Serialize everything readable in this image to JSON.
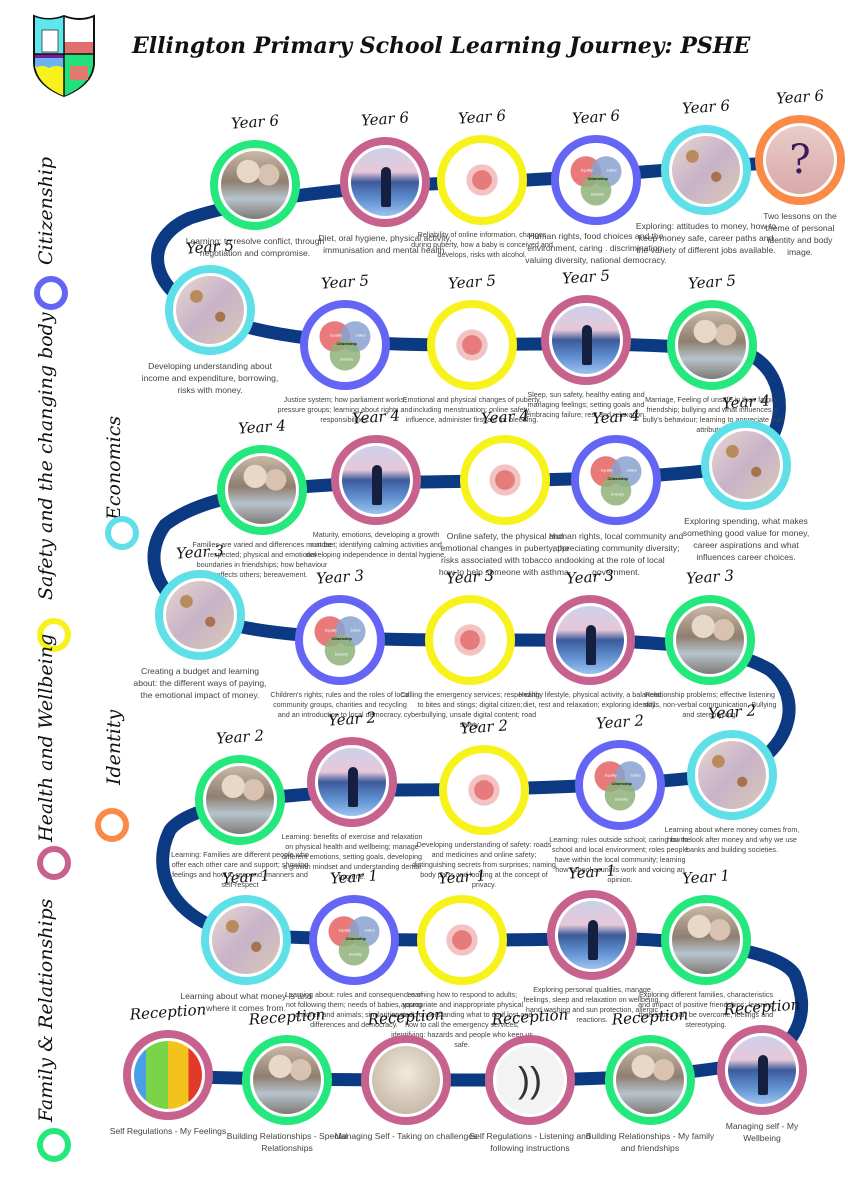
{
  "header": {
    "title": "Ellington Primary School Learning Journey: PSHE",
    "logo": "school-crest"
  },
  "colors": {
    "path": "#0b3a82",
    "citizenship": "#6464f5",
    "economics": "#5fe0e8",
    "safety": "#f8f21c",
    "identity": "#fb8a48",
    "health": "#c7628f",
    "family": "#25e87c"
  },
  "legend": [
    {
      "key": "citizenship",
      "label": "Citizenship"
    },
    {
      "key": "economics",
      "label": "Economics"
    },
    {
      "key": "safety",
      "label": "Safety and the changing body"
    },
    {
      "key": "identity",
      "label": "Identity"
    },
    {
      "key": "health",
      "label": "Health and Wellbeing"
    },
    {
      "key": "family",
      "label": "Family & Relationships"
    }
  ],
  "venn": {
    "a": "Equality",
    "b": "Justice",
    "c": "Diversity",
    "center": "Citizenship"
  },
  "nodes": [
    {
      "year": "Year 6",
      "cat": "family",
      "img": "fam",
      "text": "Learning: to resolve conflict, through negotiation and compromise."
    },
    {
      "year": "Year 6",
      "cat": "health",
      "img": "yoga",
      "text": "Diet, oral hygiene, physical activity, immunisation and mental health."
    },
    {
      "year": "Year 6",
      "cat": "safety",
      "img": "body",
      "text": "Reliability of online information, changes during puberty, how a baby is conceived and develops, risks with alcohol."
    },
    {
      "year": "Year 6",
      "cat": "citizenship",
      "img": "venn",
      "text": "Human rights, food choices and the environment, caring . discrimination, valuing diversity, national democracy."
    },
    {
      "year": "Year 6",
      "cat": "economics",
      "img": "money",
      "text": "Exploring: attitudes to money, how to keep money safe, career paths and the variety of different jobs available."
    },
    {
      "year": "Year 6",
      "cat": "identity",
      "img": "quest",
      "text": "Two lessons on the theme of personal identity and body image."
    },
    {
      "year": "Year 5",
      "cat": "economics",
      "img": "money",
      "text": "Developing understanding about income and expenditure, borrowing, risks with money."
    },
    {
      "year": "Year 5",
      "cat": "citizenship",
      "img": "venn",
      "text": "Justice system; how parliament works; pressure groups; learning about rights and responsibilities."
    },
    {
      "year": "Year 5",
      "cat": "safety",
      "img": "body",
      "text": "Emotional and physical changes of puberty, including menstruation; online safety, influence, administer first aid for bleeding."
    },
    {
      "year": "Year 5",
      "cat": "health",
      "img": "yoga",
      "text": "Sleep, sun safety, healthy eating and managing feelings; setting goals and embracing failure; rest and relaxation."
    },
    {
      "year": "Year 5",
      "cat": "family",
      "img": "fam",
      "text": "Marriage, Feeling of unsafe in their family; friendship; bullying and what influences a bully's behaviour; learning to appreciate our attributes."
    },
    {
      "year": "Year 4",
      "cat": "family",
      "img": "fam",
      "text": "Families are varied and differences must be respected; physical and emotional boundaries in friendships; how behaviour affects others; bereavement."
    },
    {
      "year": "Year 4",
      "cat": "health",
      "img": "yoga",
      "text": "Maturity, emotions, developing a growth mindset; identifying calming activities and developing independence in dental hygiene."
    },
    {
      "year": "Year 4",
      "cat": "safety",
      "img": "body",
      "text": "Online safety, the physical and emotional changes in puberty; the risks associated with tobacco and how to help someone with asthma."
    },
    {
      "year": "Year 4",
      "cat": "citizenship",
      "img": "venn",
      "text": "Human rights, local community and appreciating community diversity; looking at the role of local government."
    },
    {
      "year": "Year 4",
      "cat": "economics",
      "img": "money",
      "text": "Exploring spending, what makes something good value for money, career aspirations and what influences career choices."
    },
    {
      "year": "Year 3",
      "cat": "economics",
      "img": "money",
      "text": "Creating a budget and learning about: the different ways of paying, the emotional impact of money."
    },
    {
      "year": "Year 3",
      "cat": "citizenship",
      "img": "venn",
      "text": "Children's rights; rules and the roles of local community groups, charities and recycling and an introduction to local democracy."
    },
    {
      "year": "Year 3",
      "cat": "safety",
      "img": "body",
      "text": "Calling the emergency services; responding to bites and stings; digital citizen; cyberbullying, unsafe digital content; road safety."
    },
    {
      "year": "Year 3",
      "cat": "health",
      "img": "yoga",
      "text": "Healthy lifestyle, physical activity, a balanced diet, rest and relaxation; exploring identity."
    },
    {
      "year": "Year 3",
      "cat": "family",
      "img": "fam",
      "text": "Relationship problems; effective listening skills, non-verbal communication. Bullying and stereotyping."
    },
    {
      "year": "Year 2",
      "cat": "family",
      "img": "fam",
      "text": "Learning: Families are different people who offer each other care and support; showing feelings and how to respond, manners and self-respect"
    },
    {
      "year": "Year 2",
      "cat": "health",
      "img": "yoga",
      "text": "Learning: benefits of exercise and relaxation on physical health and wellbeing; manage different emotions, setting goals, developing a growth mindset and understanding dental hygiene."
    },
    {
      "year": "Year 2",
      "cat": "safety",
      "img": "body",
      "text": "Developing understanding of safety: roads and medicines and online safety; distinguishing secrets from surprises; naming body parts and looking at the concept of privacy."
    },
    {
      "year": "Year 2",
      "cat": "citizenship",
      "img": "venn",
      "text": "Learning: rules outside school; caring for the school and local environment; roles people have within the local community; learning how school councils work and voicing an opinion."
    },
    {
      "year": "Year 2",
      "cat": "economics",
      "img": "money",
      "text": "Learning about where money comes from, how to look after money and why we use banks and building societies."
    },
    {
      "year": "Year 1",
      "cat": "economics",
      "img": "money",
      "text": "Learning about what money is and where it comes from."
    },
    {
      "year": "Year 1",
      "cat": "citizenship",
      "img": "venn",
      "text": "Learning about: rules and consequences of not following them; needs of babies, young children and animals; similarities and differences and democracy."
    },
    {
      "year": "Year 1",
      "cat": "safety",
      "img": "body",
      "text": "Learning how to respond to adults; appropriate and inappropriate physical contact; understanding what to do if lost and how to call the emergency services; identifying: hazards and people who keep us safe."
    },
    {
      "year": "Year 1",
      "cat": "health",
      "img": "yoga",
      "text": "Exploring personal qualities, manage feelings, sleep and relaxation on wellbeing, hand washing and sun protection, allergic reactions."
    },
    {
      "year": "Year 1",
      "cat": "family",
      "img": "fam",
      "text": "Exploring different families, characteristics and impact of positive friendships; learning that issues can be overcome, feelings and stereotyping."
    },
    {
      "year": "Reception",
      "cat": "health",
      "img": "zones",
      "text": "Self Regulations - My Feelings"
    },
    {
      "year": "Reception",
      "cat": "family",
      "img": "fam",
      "text": "Building Relationships - Special Relationships"
    },
    {
      "year": "Reception",
      "cat": "health",
      "img": "jump",
      "text": "Managing Self - Taking on challenges"
    },
    {
      "year": "Reception",
      "cat": "health",
      "img": "ear",
      "text": "Self Regulations - Listening and following instructions"
    },
    {
      "year": "Reception",
      "cat": "family",
      "img": "fam",
      "text": "Building Relationships - My family and friendships"
    },
    {
      "year": "Reception",
      "cat": "health",
      "img": "yoga",
      "text": "Managing self - My Wellbeing"
    }
  ]
}
